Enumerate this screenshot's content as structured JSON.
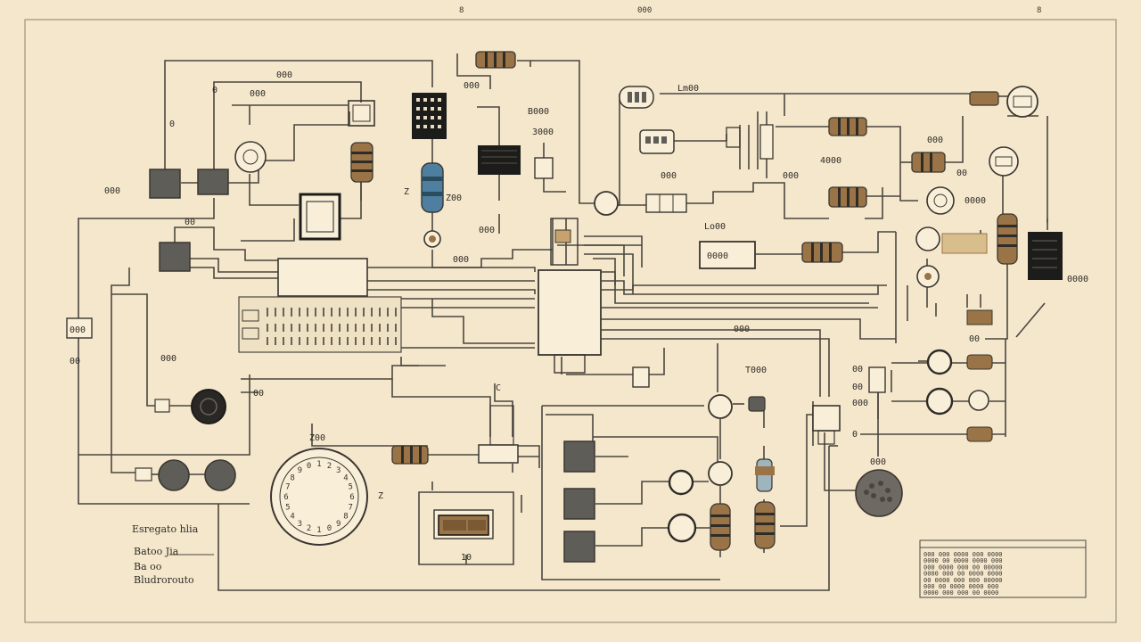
{
  "sheet": {
    "paper_color": "#f4e7cc",
    "ink_color": "#4a463f",
    "resistor_color": "#9a7446",
    "capacitor_color": "#4f7fa0",
    "ic_color": "#1c1c1a"
  },
  "border_marks": {
    "top_left": "8",
    "top_center": "000",
    "top_right": "8"
  },
  "labels": {
    "l_000_a": "000",
    "l_000_b": "000",
    "l_000_c": "000",
    "l_000_d": "000",
    "l_0_top": "0",
    "l_00_left": "00",
    "l_000_left2": "000",
    "l_0_box": "0",
    "l_00_small": "00",
    "l_z_cap": "Z",
    "l_zoo": "Z00",
    "l_000_cap": "000",
    "l_000_cap2": "000",
    "l_bmoo": "B000",
    "l_3000": "3000",
    "l_lmoo": "Lm00",
    "l_4000": "4000",
    "l_0000_box": "0000",
    "l_lo00": "Lo00",
    "l_oooo": "0000",
    "l_oom": "00",
    "l_oo_dots": "00",
    "l_oonoo": "0000",
    "l_t000": "T000",
    "l_o0": "00",
    "l_om": "0",
    "l_ooo_b": "000",
    "l_c": "C",
    "l_z00": "Z00",
    "l_z1": "Z",
    "l_10": "10",
    "l_oo2": "00",
    "l_ooo3": "000",
    "l_ooo4": "000",
    "l_omo": "000",
    "l_s1": "8",
    "l_s2": "8",
    "l_s3": "8",
    "l_s4": "8"
  },
  "notes": {
    "note_title": "Esregato hlia",
    "note_line1": "Batoo Jia",
    "note_line2": "Ba oo",
    "note_footer": "Bludrorouto"
  },
  "title_block": {
    "rows": [
      "000 000 0000 000 0000",
      "0000 00 0000 0000 000",
      "000 0000 000 00 00000",
      "0000 000 00 0000 0000",
      "00 0000 000 000 00000",
      "000 00 0000 0000 000",
      "0000 000 000 00 0000"
    ]
  },
  "dial": {
    "marks": [
      "1",
      "2",
      "3",
      "4",
      "5",
      "6",
      "7",
      "8",
      "9",
      "0",
      "1",
      "2",
      "3",
      "4",
      "5",
      "6",
      "7",
      "8",
      "9",
      "0"
    ]
  }
}
